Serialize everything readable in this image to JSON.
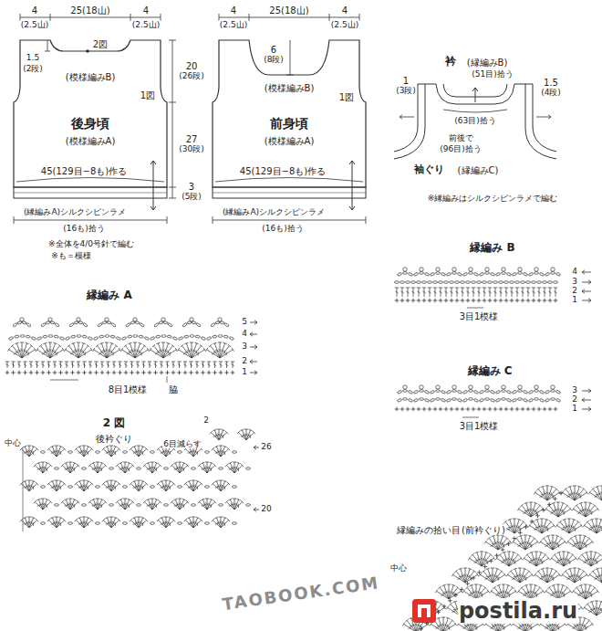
{
  "diagram": {
    "nodes": [
      {
        "text": [
          "(模様編みB)",
          "1図",
          "後身頃",
          "(模様編みA)"
        ]
      },
      {
        "text": [
          "(模様編みB)",
          "1図",
          "前身頃",
          "(模様編みA)"
        ]
      }
    ],
    "labels": [
      "4",
      "(2.5山)",
      "25(18山)",
      "4",
      "(2.5山)",
      "2図",
      "1.5",
      "(2段)",
      "20",
      "(26段)",
      "27",
      "(30段)",
      "3",
      "(5段)",
      "45(129目−8も)作る",
      "(縁編みA)シルクシピンラメ",
      "(16も)拾う",
      "※全体を4/0号針で編む",
      "※も＝模様",
      "4",
      "(2.5山)",
      "25(18山)",
      "4",
      "(2.5山)",
      "6",
      "(8段)",
      "45(129目−8も)作る",
      "(縁編みA)シルクシピンラメ",
      "(16も)拾う",
      "衿",
      "(縁編みB)",
      "1",
      "(3段)",
      "(51目)拾う",
      "1.5",
      "(4段)",
      "(63目)拾う",
      "前後で",
      "(96目)拾う",
      "袖ぐり",
      "(縁編みC)",
      "※縁編みはシルクシピンラメで編む",
      "縁編み B",
      "4",
      "3",
      "2",
      "1",
      "3目1模様",
      "縁編み C",
      "3",
      "2",
      "1",
      "3目1模様",
      "縁編み A",
      "5",
      "4",
      "3",
      "2",
      "1",
      "8目1模様",
      "脇",
      "2 図",
      "後衿ぐり",
      "中心",
      "2",
      "6目減らす",
      "26",
      "20",
      "縁編みの拾い目",
      "(前衿ぐり)",
      "中心",
      "TAOBOOK.COM",
      "postila.ru"
    ]
  }
}
